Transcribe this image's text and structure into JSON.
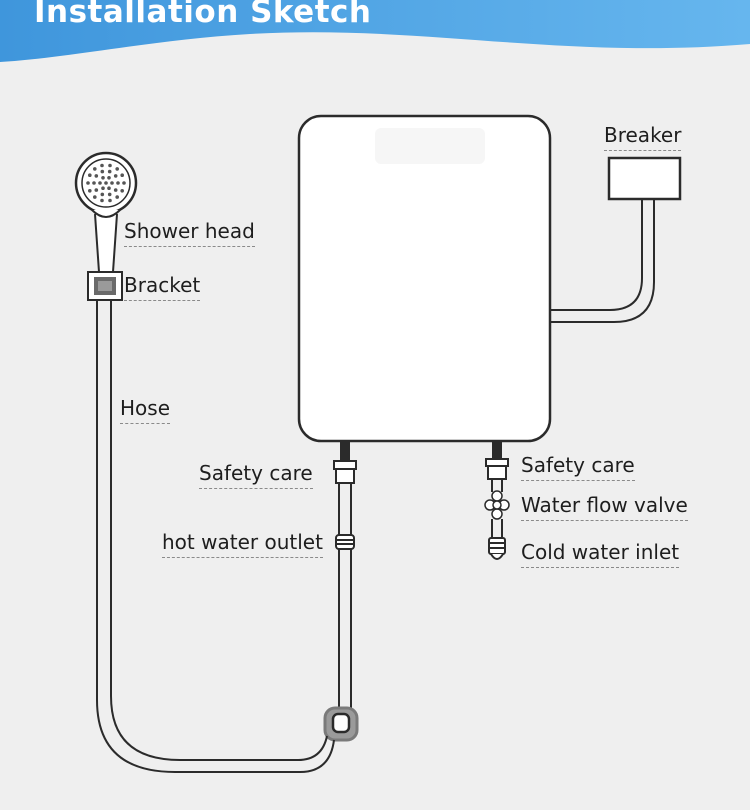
{
  "title": "Installation Sketch",
  "labels": {
    "breaker": "Breaker",
    "shower_head": "Shower head",
    "bracket": "Bracket",
    "hose": "Hose",
    "safety_care_left": "Safety care",
    "hot_water_outlet": "hot water outlet",
    "safety_care_right": "Safety care",
    "water_flow_valve": "Water flow valve",
    "cold_water_inlet": "Cold water inlet"
  },
  "colors": {
    "banner": "#4a9fe0",
    "background": "#efefef",
    "line": "#2b2b2b",
    "heater_fill": "#ffffff"
  },
  "icons": [
    "shower-head-icon",
    "bracket-icon",
    "breaker-box-icon",
    "valve-icon",
    "elbow-fitting-icon"
  ]
}
